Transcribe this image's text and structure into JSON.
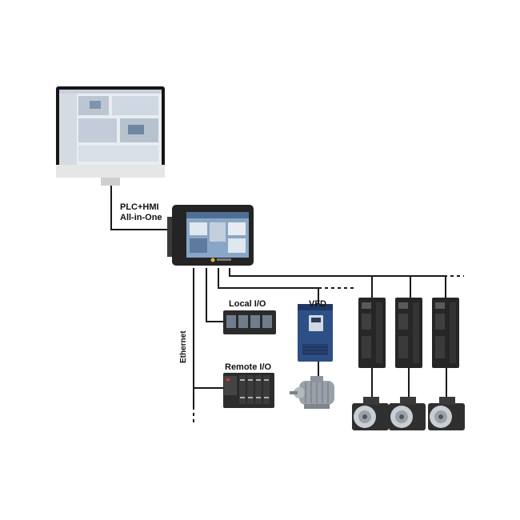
{
  "labels": {
    "plc_hmi_line1": "PLC+HMI",
    "plc_hmi_line2": "All-in-One",
    "local_io": "Local I/O",
    "remote_io": "Remote I/O",
    "vfd": "VFD",
    "ethernet": "Ethernet"
  },
  "devices": {
    "monitor": "monitor-icon",
    "plc_hmi": "plc-hmi-panel-icon",
    "local_io": "local-io-module-icon",
    "remote_io": "remote-io-module-icon",
    "vfd": "vfd-drive-icon",
    "ac_motor": "ac-motor-icon",
    "servo_drives": [
      "servo-drive-icon",
      "servo-drive-icon",
      "servo-drive-icon"
    ],
    "servo_motors": [
      "servo-motor-icon",
      "servo-motor-icon",
      "servo-motor-icon"
    ]
  },
  "colors": {
    "line": "#1a1a1a",
    "device_dark": "#2a2a2a",
    "vfd_blue": "#2e4f86"
  }
}
